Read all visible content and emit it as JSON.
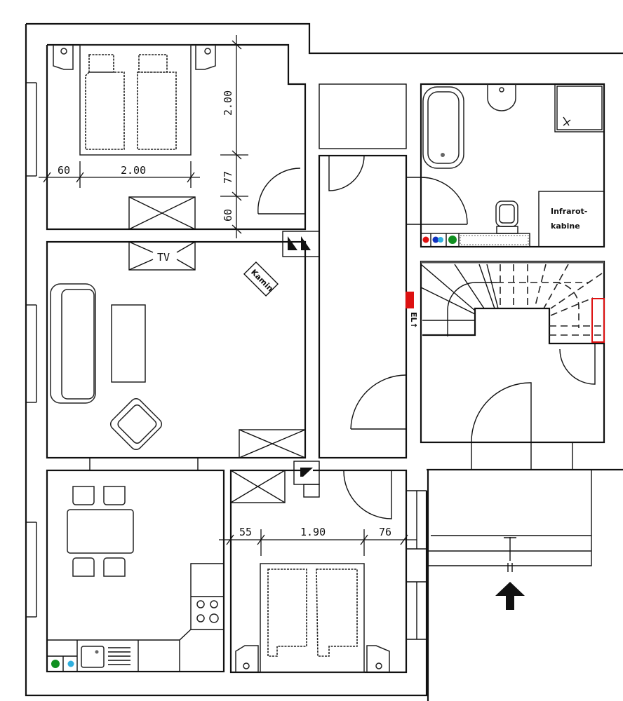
{
  "plan": {
    "type": "apartment floor plan",
    "rooms": [
      {
        "id": "bedroom-1",
        "name": "Bedroom (top-left)",
        "furniture": [
          "double-bed",
          "nightstand",
          "nightstand",
          "wardrobe"
        ]
      },
      {
        "id": "living-room",
        "name": "Living room",
        "furniture": [
          "sofa",
          "coffee-table",
          "armchair",
          "tv-cabinet",
          "fireplace",
          "cabinet"
        ]
      },
      {
        "id": "kitchen",
        "name": "Kitchen",
        "furniture": [
          "dining-table",
          "chair",
          "chair",
          "chair",
          "chair",
          "stove",
          "sink",
          "counter"
        ]
      },
      {
        "id": "bedroom-2",
        "name": "Bedroom (bottom)",
        "furniture": [
          "double-bed",
          "nightstand",
          "nightstand",
          "wardrobe"
        ]
      },
      {
        "id": "hallway",
        "name": "Hallway"
      },
      {
        "id": "bathroom",
        "name": "Bathroom",
        "furniture": [
          "bathtub",
          "washbasin",
          "shower",
          "toilet",
          "infrared-cabin",
          "radiator"
        ]
      },
      {
        "id": "stairwell",
        "name": "Stairwell / Entry"
      },
      {
        "id": "entrance",
        "name": "Entrance"
      }
    ],
    "labels": {
      "tv": "TV",
      "fireplace": "Kamin",
      "infrared_line1": "Infrarot-",
      "infrared_line2": "kabine",
      "electrical": "EL↑"
    },
    "dimensions": {
      "bedroom1_horizontal": [
        "60",
        "2.00"
      ],
      "bedroom1_vertical": [
        "2.00",
        "77",
        "60"
      ],
      "bedroom2_horizontal": [
        "55",
        "1.90",
        "76"
      ]
    },
    "entrance_arrow": "arrow-up",
    "colors": {
      "line": "#111111",
      "red": "#e01010",
      "blue": "#1030c0",
      "light_blue": "#30b0e0",
      "green": "#109020",
      "electrical_red": "#dd1111"
    }
  }
}
